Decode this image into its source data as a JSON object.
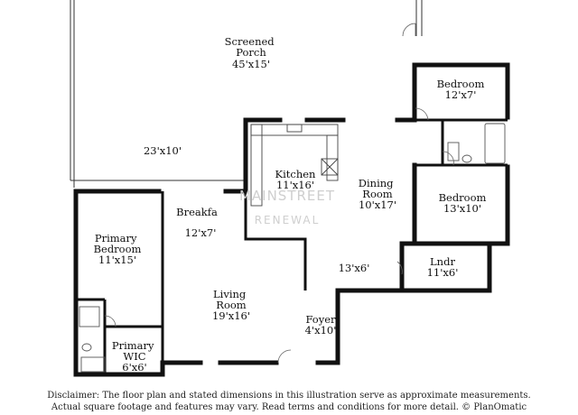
{
  "rooms": {
    "screened_porch": {
      "name": "Screened\nPorch",
      "dims": "45'x15'"
    },
    "porch_side": {
      "dims": "23'x10'"
    },
    "bedroom_top": {
      "name": "Bedroom",
      "dims": "12'x7'"
    },
    "kitchen": {
      "name": "Kitchen",
      "dims": "11'x16'"
    },
    "dining": {
      "name": "Dining\nRoom",
      "dims": "10'x17'"
    },
    "bedroom_mid": {
      "name": "Bedroom",
      "dims": "13'x10'"
    },
    "breakfast": {
      "name": "Breakfa",
      "dims": "12'x7'"
    },
    "primary_bedroom": {
      "name": "Primary\nBedroom",
      "dims": "11'x15'"
    },
    "hall": {
      "dims": "13'x6'"
    },
    "laundry": {
      "name": "Lndr",
      "dims": "11'x6'"
    },
    "living": {
      "name": "Living\nRoom",
      "dims": "19'x16'"
    },
    "foyer": {
      "name": "Foyer",
      "dims": "4'x10'"
    },
    "primary_wic": {
      "name": "Primary\nWIC",
      "dims": "6'x6'"
    }
  },
  "watermark": {
    "brand": "MAINSTREET",
    "sub": "RENEWAL"
  },
  "disclaimer": {
    "line1": "Disclaimer: The floor plan and stated dimensions in this illustration serve as approximate measurements.",
    "line2": "Actual square footage and features may vary. Read terms and conditions for more detail. © PlanOmatic"
  }
}
